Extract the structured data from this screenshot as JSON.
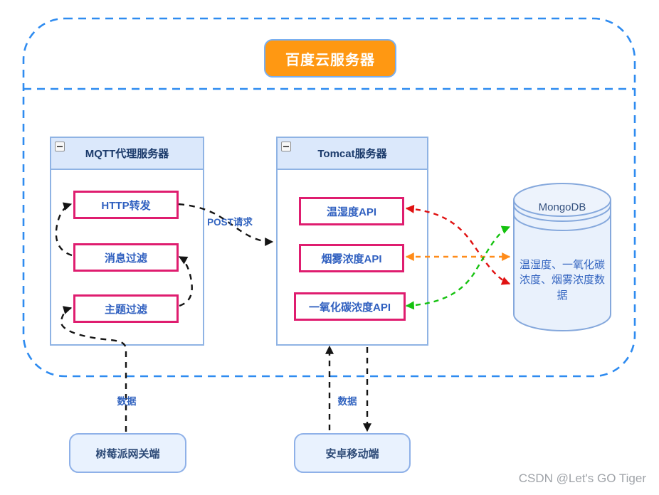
{
  "diagram": {
    "title_badge": "百度云服务器",
    "watermark": "CSDN @Let's GO Tiger",
    "colors": {
      "container_border": "#2e8bf0",
      "badge_bg": "#ff9812",
      "group_border": "#8fb3e4",
      "group_header_bg": "#dbe8fb",
      "item_border": "#df1d6f",
      "item_text": "#3060c0",
      "arrow_black": "#141414",
      "arrow_red": "#e01111",
      "arrow_orange": "#ff8c1a",
      "arrow_green": "#15c20f",
      "database_fill": "#e9f1fc",
      "database_border": "#85a8dc"
    },
    "groups": [
      {
        "id": "mqtt",
        "title": "MQTT代理服务器",
        "items": [
          "HTTP转发",
          "消息过滤",
          "主题过滤"
        ]
      },
      {
        "id": "tomcat",
        "title": "Tomcat服务器",
        "items": [
          "温湿度API",
          "烟雾浓度API",
          "一氧化碳浓度API"
        ]
      }
    ],
    "database": {
      "name": "MongoDB",
      "content": "温湿度、一氧化碳浓度、烟雾浓度数据"
    },
    "endpoints": [
      {
        "label": "树莓派网关端"
      },
      {
        "label": "安卓移动端"
      }
    ],
    "edge_labels": {
      "post_request": "POST请求",
      "data_left": "数据",
      "data_middle": "数据"
    }
  }
}
